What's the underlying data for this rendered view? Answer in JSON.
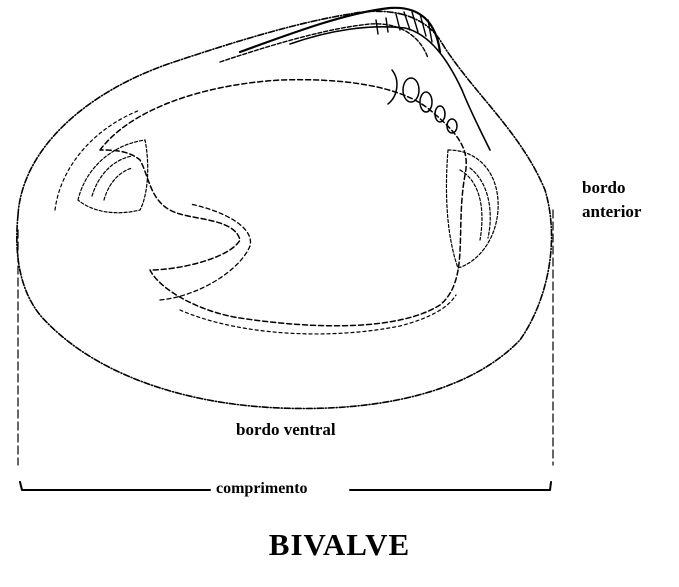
{
  "diagram": {
    "labels": {
      "anterior_line1": "bordo",
      "anterior_line2": "anterior",
      "ventral": "bordo ventral",
      "length": "comprimento"
    },
    "title": "BIVALVE"
  },
  "colors": {
    "ink": "#000000",
    "background": "#ffffff"
  }
}
